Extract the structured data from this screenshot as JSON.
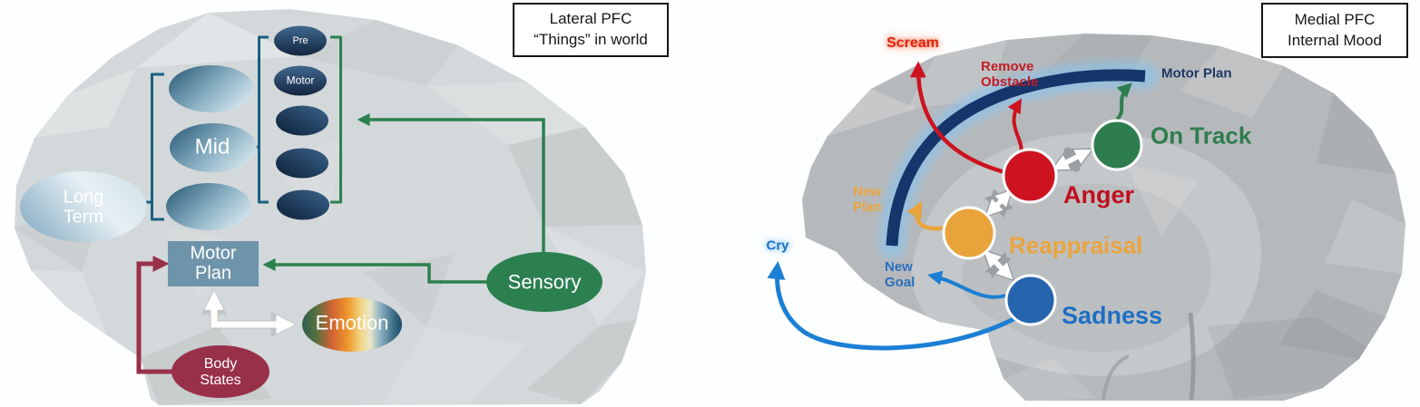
{
  "figure": {
    "left_panel": {
      "title": {
        "line1": "Lateral PFC",
        "line2": "“Things” in world"
      },
      "nodes": {
        "pre": {
          "label": "Pre"
        },
        "motor": {
          "label": "Motor"
        },
        "mid": {
          "label": "Mid"
        },
        "long_term": {
          "line1": "Long",
          "line2": "Term"
        },
        "motor_plan": {
          "line1": "Motor",
          "line2": "Plan"
        },
        "emotion": {
          "label": "Emotion"
        },
        "body_states": {
          "line1": "Body",
          "line2": "States"
        },
        "sensory": {
          "label": "Sensory"
        }
      },
      "colors": {
        "bracket_teal": "#1b6080",
        "green": "#2c7f4f",
        "maroon": "#993049",
        "motor_plan_box": "#6e94aa",
        "brain_gray": "#d3d8da"
      }
    },
    "right_panel": {
      "title": {
        "line1": "Medial PFC",
        "line2": "Internal Mood"
      },
      "states": {
        "on_track": {
          "label": "On Track",
          "color": "#2e7d4f"
        },
        "anger": {
          "label": "Anger",
          "color": "#cd1320"
        },
        "reappraisal": {
          "label": "Reappraisal",
          "color": "#e8a33b"
        },
        "sadness": {
          "label": "Sadness",
          "color": "#2565ae"
        }
      },
      "annotations": {
        "scream": {
          "label": "Scream",
          "color": "#e02314"
        },
        "remove_obstacle": {
          "line1": "Remove",
          "line2": "Obstacle",
          "color": "#c11c25"
        },
        "motor_plan": {
          "label": "Motor Plan",
          "color": "#1f3864"
        },
        "new_plan": {
          "line1": "New",
          "line2": "Plan",
          "color": "#e9a43e"
        },
        "new_goal": {
          "line1": "New",
          "line2": "Goal",
          "color": "#2a6fc0"
        },
        "cry": {
          "label": "Cry",
          "color": "#1f72c4"
        }
      },
      "colors": {
        "arc_navy": "#15356b",
        "arc_glow": "#8cc3ec",
        "brain_gray": "#b6b9bb"
      }
    }
  }
}
